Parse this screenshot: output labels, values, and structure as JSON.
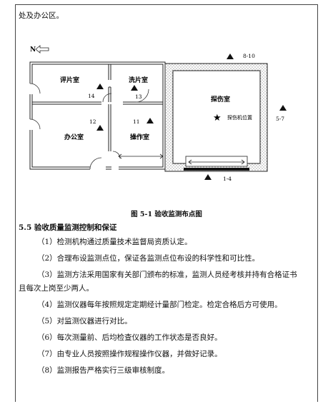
{
  "document": {
    "intro_line": "处及办公区。",
    "diagram": {
      "north_label": "N",
      "rooms": {
        "film_review": "评片室",
        "darkroom": "洗片室",
        "flaw_room": "探伤室",
        "office": "办公室",
        "control": "操作室"
      },
      "device_label": "探伤机位置",
      "points": {
        "p8_10": "8-10",
        "p14": "14",
        "p13": "13",
        "p12": "12",
        "p11": "11",
        "p5_7": "5-7",
        "p1_4": "1-4"
      }
    },
    "caption": "图 5-1  验收监测布点图",
    "section_heading": "5.5 验收质量监测控制和保证",
    "items": [
      "（1）检测机构通过质量技术监督局资质认定。",
      "（2）合理布设监测点位，保证各监测点位布设的科学性和可比性。",
      "（3）监测方法采用国家有关部门颁布的标准，监测人员经考核并持有合格证书",
      "且每次上岗至少两人。",
      "（4）监测仪器每年按照规定定期经计量部门检定。检定合格后方可使用。",
      "（5）对监测仪器进行对比。",
      "（6）每次测量前、后均检查仪器的工作状态是否良好。",
      "（7）由专业人员按照操作规程操作仪器，并做好记录。",
      "（8）监测报告严格实行三级审核制度。"
    ]
  }
}
